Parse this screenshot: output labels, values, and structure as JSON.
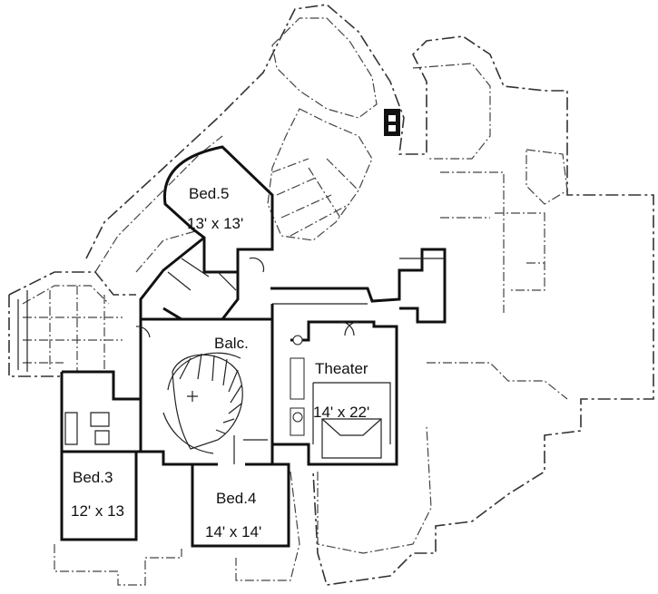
{
  "rooms": {
    "bed5": {
      "name": "Bed.5",
      "size": "13' x 13'"
    },
    "balcony": {
      "name": "Balc."
    },
    "theater": {
      "name": "Theater",
      "size": "14' x 22'"
    },
    "bed3": {
      "name": "Bed.3",
      "size": "12' x 13"
    },
    "bed4": {
      "name": "Bed.4",
      "size": "14' x 14'"
    }
  }
}
